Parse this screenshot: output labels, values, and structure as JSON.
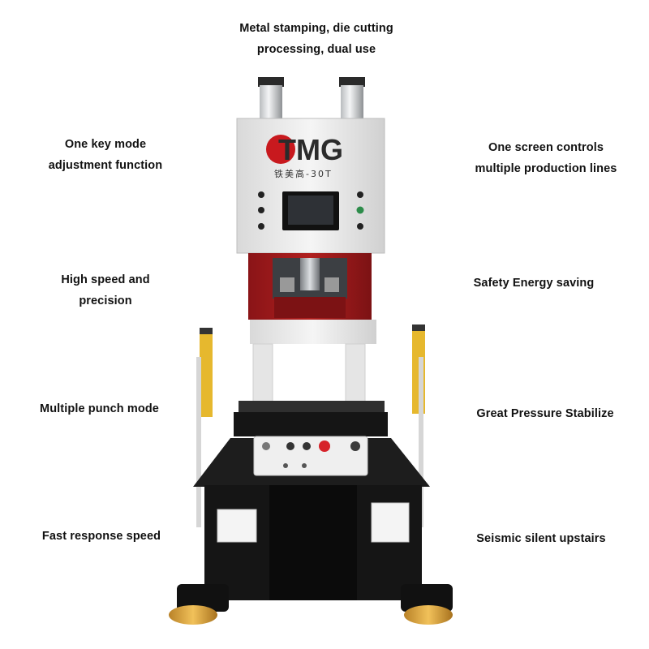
{
  "features": {
    "top": [
      "Metal stamping, die cutting",
      "processing, dual use"
    ],
    "left_1": [
      "One key mode",
      "adjustment function"
    ],
    "right_1": [
      "One screen controls",
      "multiple production lines"
    ],
    "left_2": [
      "High speed and",
      "precision"
    ],
    "right_2": [
      "Safety  Energy saving"
    ],
    "left_3": [
      "Multiple punch mode"
    ],
    "right_3": [
      "Great Pressure Stabilize"
    ],
    "left_4": [
      "Fast response speed"
    ],
    "right_4": [
      "Seismic silent upstairs"
    ]
  },
  "machine": {
    "logo_text": "TMG",
    "model_text": "铁美高-30T",
    "colors": {
      "frame_white": "#eeeeee",
      "body_red": "#a51c1f",
      "base_black": "#161616",
      "foot_gold": "#d9a441",
      "light_curtain": "#e6b82e",
      "logo_red": "#c8191e"
    }
  }
}
